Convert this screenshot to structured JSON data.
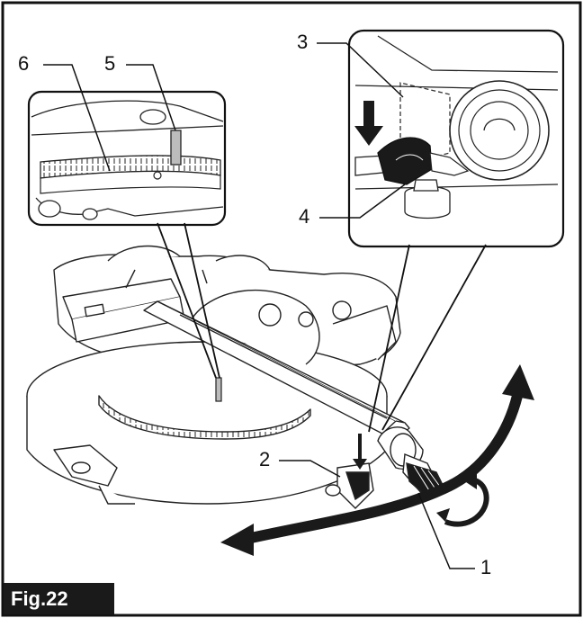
{
  "figure": {
    "label": "Fig.22",
    "callouts": [
      {
        "id": "1",
        "text": "1"
      },
      {
        "id": "2",
        "text": "2"
      },
      {
        "id": "3",
        "text": "3"
      },
      {
        "id": "4",
        "text": "4"
      },
      {
        "id": "5",
        "text": "5"
      },
      {
        "id": "6",
        "text": "6"
      }
    ]
  },
  "colors": {
    "line": "#1a1a1a",
    "fill_light": "#ffffff",
    "fill_dark": "#1a1a1a",
    "fill_gray": "#bcbcbc"
  }
}
